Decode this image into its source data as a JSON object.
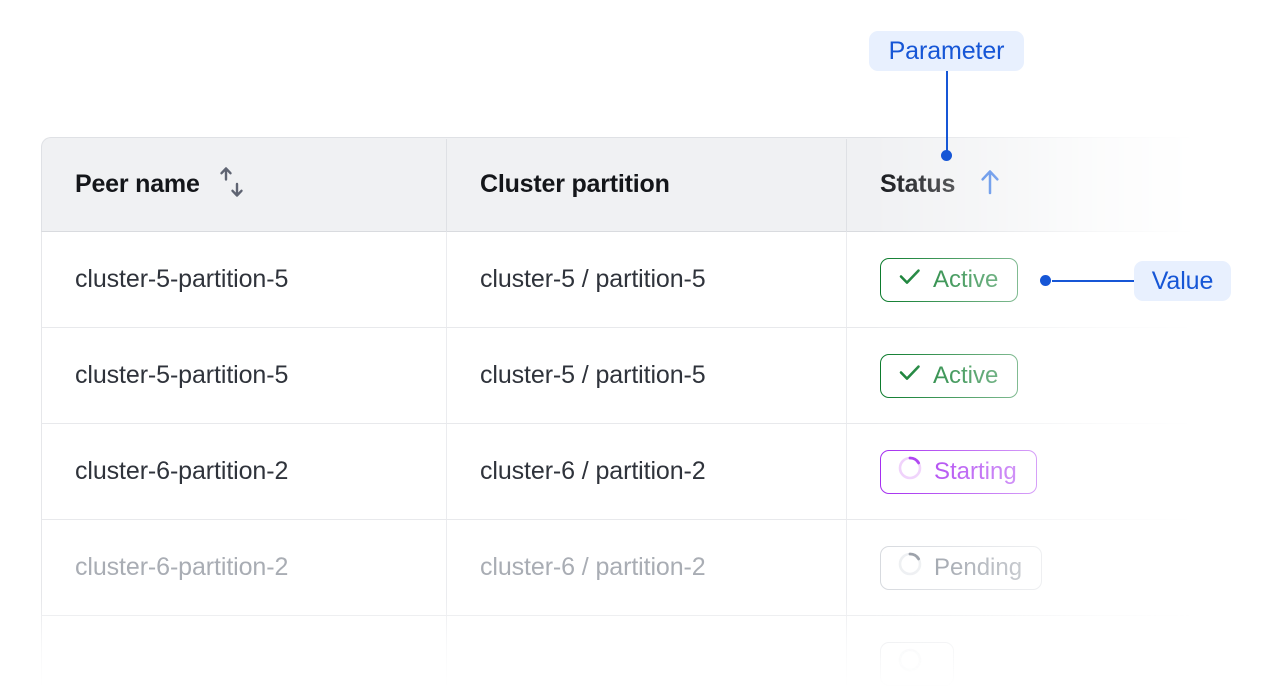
{
  "table": {
    "columns": [
      {
        "label": "Peer name",
        "sort_icon": "sort-updown-icon",
        "sort_state": "none"
      },
      {
        "label": "Cluster partition",
        "sort_icon": null,
        "sort_state": "none"
      },
      {
        "label": "Status",
        "sort_icon": "arrow-up-icon",
        "sort_state": "ascending"
      }
    ],
    "rows": [
      {
        "peer_name": "cluster-5-partition-5",
        "cluster_partition": "cluster-5 / partition-5",
        "status": {
          "label": "Active",
          "icon": "check-icon",
          "variant": "green"
        },
        "dimmed": false
      },
      {
        "peer_name": "cluster-5-partition-5",
        "cluster_partition": "cluster-5 / partition-5",
        "status": {
          "label": "Active",
          "icon": "check-icon",
          "variant": "green"
        },
        "dimmed": false
      },
      {
        "peer_name": "cluster-6-partition-2",
        "cluster_partition": "cluster-6 / partition-2",
        "status": {
          "label": "Starting",
          "icon": "spinner-icon",
          "variant": "purple"
        },
        "dimmed": false
      },
      {
        "peer_name": "cluster-6-partition-2",
        "cluster_partition": "cluster-6 / partition-2",
        "status": {
          "label": "Pending",
          "icon": "spinner-icon",
          "variant": "gray"
        },
        "dimmed": true
      }
    ]
  },
  "annotations": {
    "parameter": {
      "label": "Parameter",
      "target": "status-column-header"
    },
    "value": {
      "label": "Value",
      "target": "status-pill-row-1"
    }
  },
  "colors": {
    "annotation_blue": "#1656d6",
    "annotation_badge_bg": "#e8f0fe",
    "status_green": "#047726",
    "status_purple": "#a227ef",
    "status_gray": "#9096a0",
    "header_bg": "#f0f1f3",
    "text_primary": "#2f333b",
    "text_muted": "#a9adb4",
    "border": "#e6e7ea"
  }
}
